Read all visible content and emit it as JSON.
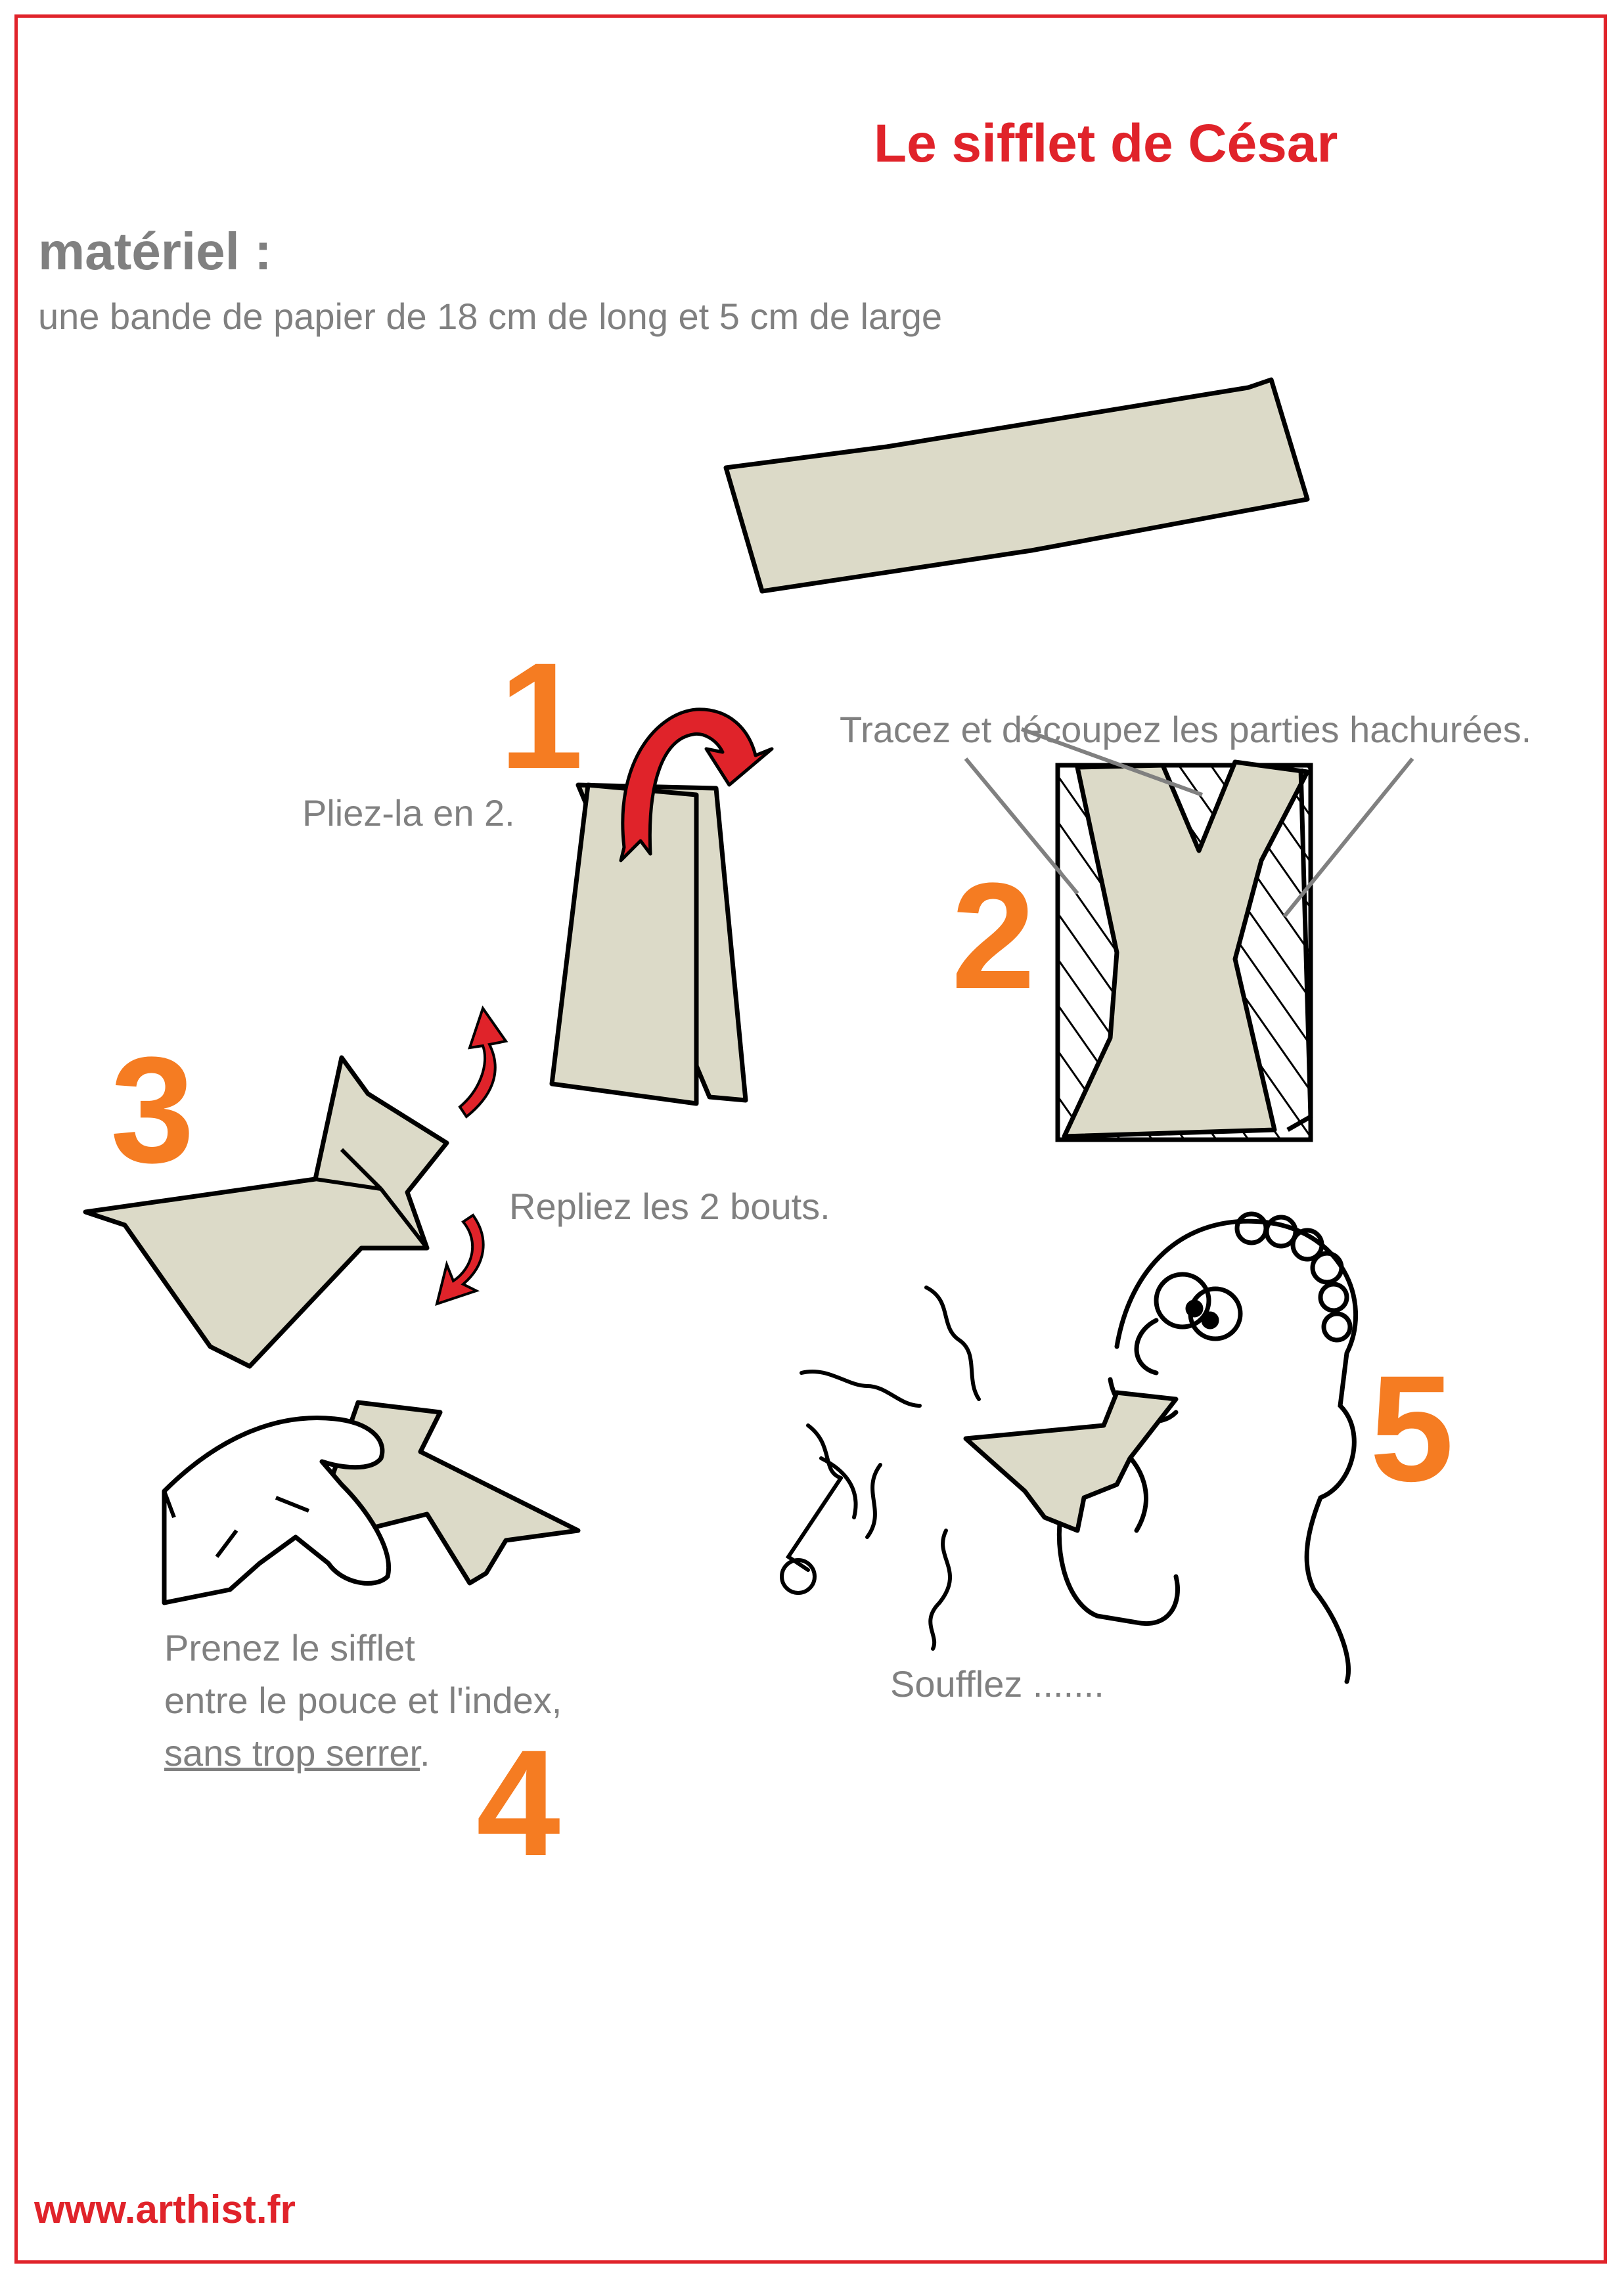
{
  "title": "Le sifflet de César",
  "materiel": {
    "heading": "matériel :",
    "description": "une bande de papier de 18 cm de long et 5 cm de large"
  },
  "steps": [
    {
      "number": "1",
      "text": "Pliez-la en 2."
    },
    {
      "number": "2",
      "text": "Tracez et découpez les parties hachurées."
    },
    {
      "number": "3",
      "text": "Repliez les 2 bouts."
    },
    {
      "number": "4",
      "text_lines": [
        "Prenez le sifflet",
        "entre le pouce et l'index,",
        "sans trop serrer",
        "."
      ]
    },
    {
      "number": "5",
      "text": "Soufflez ......."
    }
  ],
  "website": "www.arthist.fr",
  "colors": {
    "accent_red": "#e0232a",
    "step_orange": "#f57c22",
    "text_gray": "#808080",
    "paper": "#dcdac8"
  }
}
